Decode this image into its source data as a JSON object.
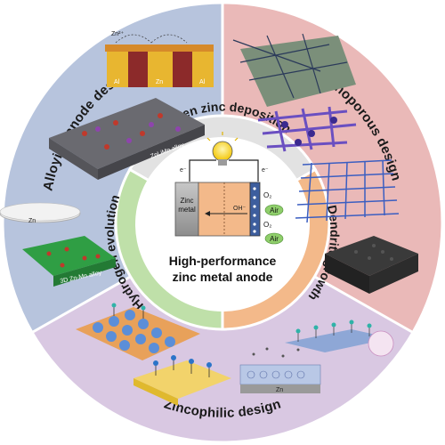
{
  "outer_sections": {
    "alloying": "Alloying anode design",
    "nanoporous": "Nanoporous design",
    "zincophilic": "Zincophilic design"
  },
  "middle_sections": {
    "uneven": "Uneven zinc deposition",
    "dendrite": "Dendrite growth",
    "hydrogen": "Hydrogen evolution"
  },
  "center": {
    "title_line1": "High-performance",
    "title_line2": "zinc metal anode",
    "anode_label_1": "Zinc",
    "anode_label_2": "metal",
    "ion_label": "OH⁻",
    "electron_left": "e⁻",
    "electron_right": "e⁻",
    "o2_top": "O₂",
    "o2_bottom": "O₂",
    "air_top": "Air",
    "air_bottom": "Air"
  },
  "inset_labels": {
    "zn2plus": "Zn²⁺",
    "al_left": "Al",
    "zn_mid": "Zn",
    "al_right": "Al",
    "alloy": "ZnLiMn alloy",
    "zn_disc": "Zn",
    "zn_mn_alloy": "3D Zn-Mn alloy",
    "zn_substrate": "Zn"
  },
  "colors": {
    "alloying_bg": "#b7c4dd",
    "nanoporous_bg": "#eab9b8",
    "zincophilic_bg": "#d9c8e2",
    "uneven_bg": "#e2e2e2",
    "dendrite_bg": "#f3b98a",
    "hydrogen_bg": "#bfe0a9",
    "center_bg": "#ffffff"
  }
}
